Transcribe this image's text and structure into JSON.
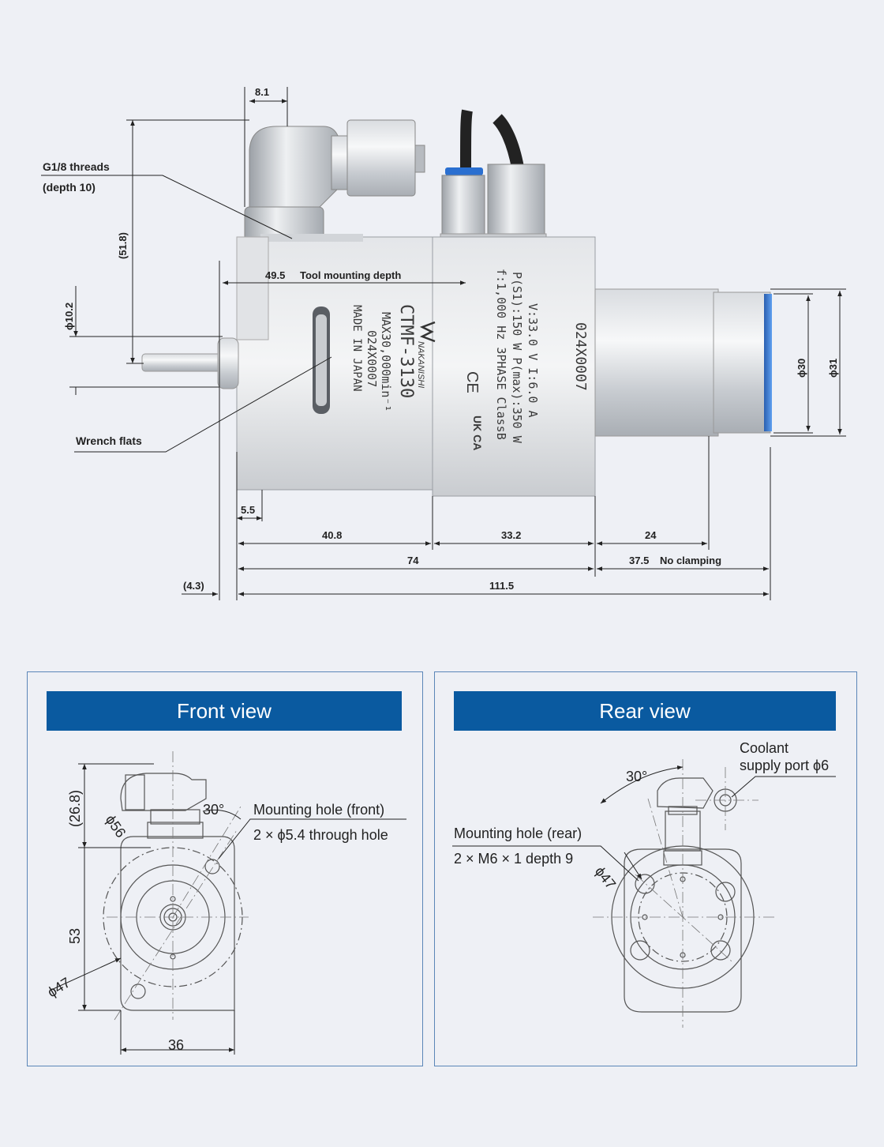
{
  "side_view": {
    "dims": {
      "d8_1": "8.1",
      "d51_8": "(51.8)",
      "d10_2": "ϕ10.2",
      "d49_5": "49.5",
      "tool_mounting_depth": "Tool mounting depth",
      "d5_5": "5.5",
      "d40_8": "40.8",
      "d33_2": "33.2",
      "d24": "24",
      "d74": "74",
      "d37_5": "37.5",
      "no_clamping": "No clamping",
      "d4_3": "(4.3)",
      "d111_5": "111.5",
      "d30": "ϕ30",
      "d31": "ϕ31"
    },
    "callouts": {
      "g18_threads": "G1/8 threads",
      "depth10": "(depth 10)",
      "wrench_flats": "Wrench flats"
    },
    "body_markings": {
      "brand": "NAKANISHI",
      "model": "CTMF-3130",
      "max_speed": "MAX30,000min⁻¹",
      "serial": "024X0007",
      "made_in": "MADE IN JAPAN",
      "rating_v": "V:33.0 V I:6.0 A",
      "rating_p": "P(S1):150 W P(max):350 W",
      "rating_f": "f:1,000 Hz 3PHASE ClassB",
      "serial2": "024X0007",
      "ce": "CE",
      "ukca": "UK CA"
    }
  },
  "front_view": {
    "title": "Front view",
    "dims": {
      "d26_8": "(26.8)",
      "d56": "ϕ56",
      "d30deg": "30°",
      "d53": "53",
      "d47": "ϕ47",
      "d36": "36"
    },
    "mounting_label": "Mounting hole (front)",
    "mounting_spec": "2 × ϕ5.4 through hole"
  },
  "rear_view": {
    "title": "Rear view",
    "dims": {
      "d30deg": "30°",
      "d47": "ϕ47"
    },
    "coolant_label": "Coolant",
    "coolant_spec": "supply port ϕ6",
    "mounting_label": "Mounting hole (rear)",
    "mounting_spec": "2 × M6 × 1 depth 9"
  },
  "colors": {
    "panel_title_bg": "#0a5aa0",
    "panel_border": "#5b86b8",
    "background": "#eef0f5",
    "accent_blue": "#2a6fd0"
  }
}
